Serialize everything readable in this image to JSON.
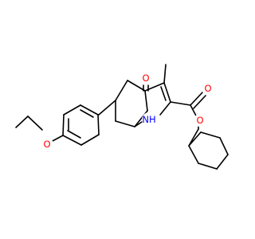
{
  "molecule": {
    "atoms": {
      "carbonyl_oxygen": "O",
      "methyl_label": "methyl",
      "ester_oxygen": "O",
      "ether_oxygen": "O",
      "indole_nitrogen": "NH"
    },
    "colors": {
      "bond": "#000000",
      "oxygen": "#ff0000",
      "nitrogen": "#0000ff"
    }
  }
}
